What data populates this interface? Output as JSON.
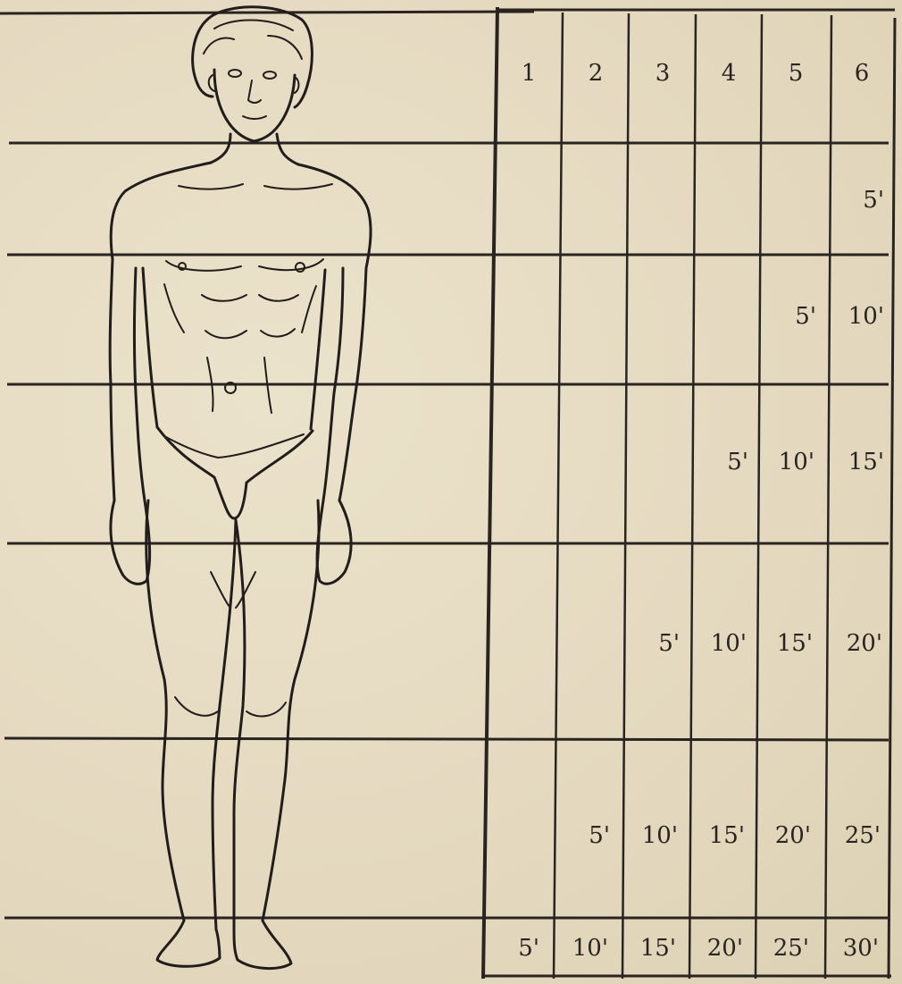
{
  "columns": [
    "1",
    "2",
    "3",
    "4",
    "5",
    "6"
  ],
  "rows": [
    {
      "cells": [
        "",
        "",
        "",
        "",
        "",
        "5'"
      ]
    },
    {
      "cells": [
        "",
        "",
        "",
        "",
        "5'",
        "10'"
      ]
    },
    {
      "cells": [
        "",
        "",
        "",
        "5'",
        "10'",
        "15'"
      ]
    },
    {
      "cells": [
        "",
        "",
        "5'",
        "10'",
        "15'",
        "20'"
      ]
    },
    {
      "cells": [
        "",
        "5'",
        "10'",
        "15'",
        "20'",
        "25'"
      ]
    },
    {
      "cells": [
        "5'",
        "10'",
        "15'",
        "20'",
        "25'",
        "30'"
      ]
    }
  ],
  "colors": {
    "paper": "#e6dcc3",
    "ink": "#2a2420"
  }
}
